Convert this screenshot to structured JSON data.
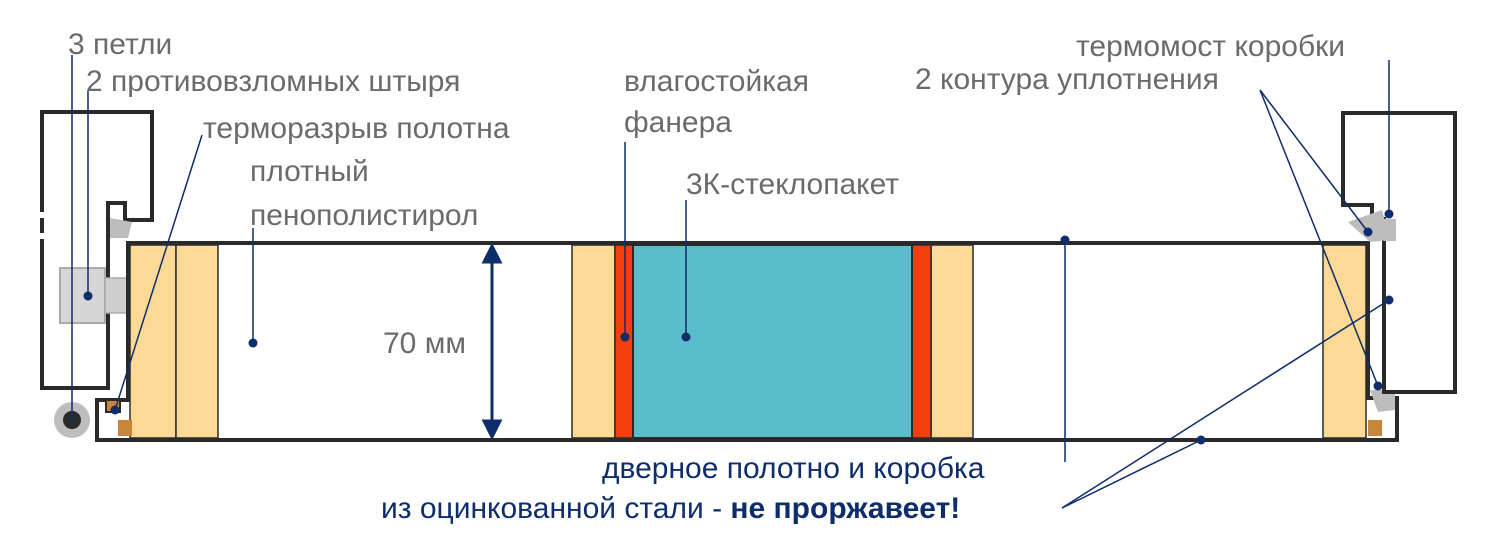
{
  "labels": {
    "hinges": "3 петли",
    "pins": "2 противовзломных штыря",
    "leaf_thermal_break": "терморазрыв полотна",
    "foam_line1": "плотный",
    "foam_line2": "пенополистирол",
    "plywood_line1": "влагостойкая",
    "plywood_line2": "фанера",
    "glass": "3К-стеклопакет",
    "frame_thermal_bridge": "термомост коробки",
    "seals": "2 контура уплотнения",
    "thickness": "70 мм",
    "steel_line1": "дверное полотно и коробка",
    "steel_line2_prefix": "из оцинкованной стали - ",
    "steel_line2_bold": "не проржавеет!"
  },
  "colors": {
    "outline": "#2a2a2a",
    "wood": "#fcd995",
    "plywood": "#f23f0c",
    "glass": "#5bbccc",
    "seal": "#bdbdbd",
    "brass": "#c9863b",
    "label_gray": "#6b6b6b",
    "label_blue": "#0d2d6b",
    "leader": "#0d2d6b"
  }
}
